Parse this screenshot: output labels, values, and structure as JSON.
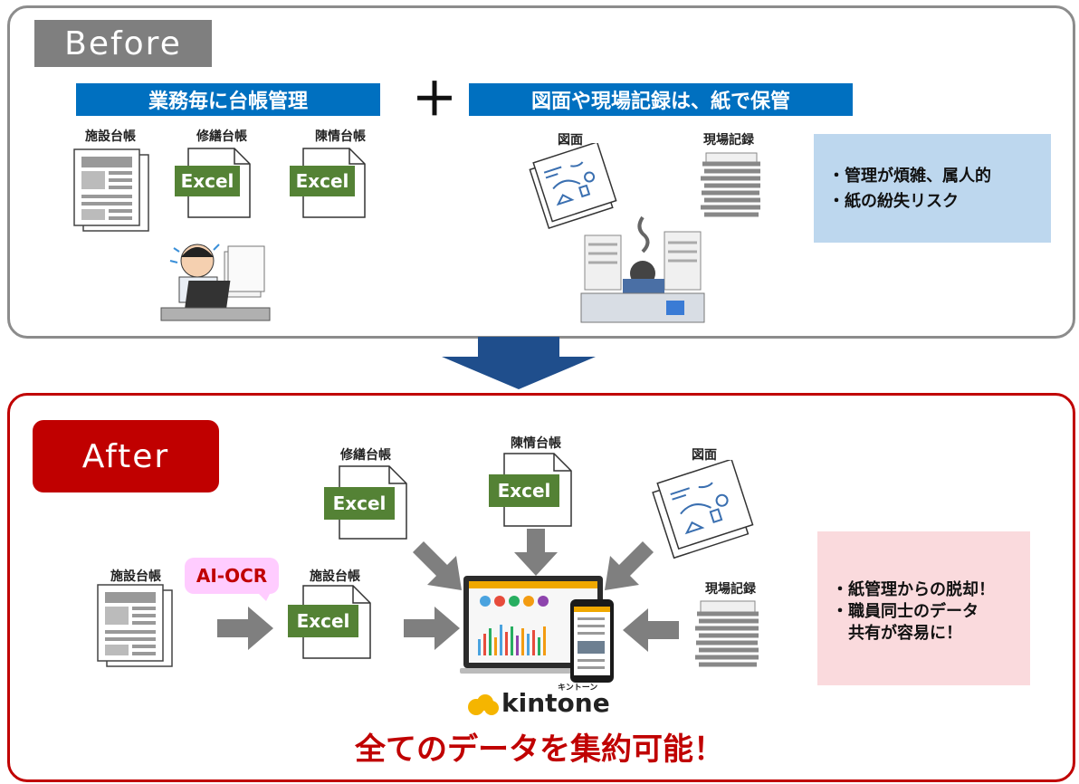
{
  "before": {
    "tag": "Before",
    "heading_ledger": "業務毎に台帳管理",
    "plus": "＋",
    "heading_paper": "図面や現場記録は、紙で保管",
    "doc_labels": {
      "facility": "施設台帳",
      "repair": "修繕台帳",
      "petition": "陳情台帳",
      "drawing": "図面",
      "site": "現場記録"
    },
    "excel": "Excel",
    "notes": [
      "・管理が煩雑、属人的",
      "・紙の紛失リスク"
    ]
  },
  "after": {
    "tag": "After",
    "labels": {
      "repair": "修繕台帳",
      "petition": "陳情台帳",
      "drawing": "図面",
      "facility_paper": "施設台帳",
      "facility_excel": "施設台帳",
      "site": "現場記録"
    },
    "excel": "Excel",
    "ai_ocr": "AI-OCR",
    "kintone": "kintone",
    "kintone_ruby": "キントーン",
    "notes": [
      "・紙管理からの脱却！",
      "・職員同士のデータ",
      "　共有が容易に！"
    ],
    "conclusion": "全てのデータを集約可能！"
  },
  "colors": {
    "before_border": "#8c8c8c",
    "after_border": "#c00000",
    "blue": "#0070c0",
    "excel_green": "#548235",
    "arrow_gray": "#7f7f7f",
    "down_arrow": "#1f4e8c",
    "note_blue": "#bdd7ee",
    "note_pink": "#fadadd",
    "kintone_yellow": "#f5b500"
  }
}
